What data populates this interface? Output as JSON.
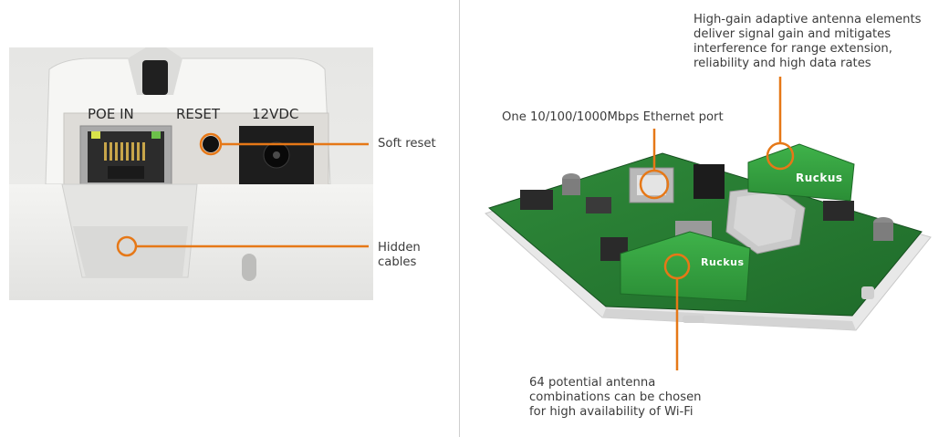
{
  "colors": {
    "accent": "#e67817",
    "divider": "#cfcfcf",
    "text": "#3c3c3c"
  },
  "left_photo": {
    "port_labels": {
      "poe": "POE IN",
      "reset": "RESET",
      "dc": "12VDC"
    },
    "callouts": {
      "soft_reset": "Soft reset",
      "hidden_cables": "Hidden\ncables"
    }
  },
  "right_photo": {
    "brand_label_1": "Ruckus",
    "brand_label_2": "Ruckus",
    "callouts": {
      "antenna_elements": "High-gain adaptive antenna elements\ndeliver signal gain and mitigates\ninterference for range extension,\nreliability and high data rates",
      "ethernet_port": "One 10/100/1000Mbps Ethernet port",
      "antenna_combinations": "64 potential antenna\ncombinations can be chosen\nfor high availability of Wi-Fi"
    }
  }
}
